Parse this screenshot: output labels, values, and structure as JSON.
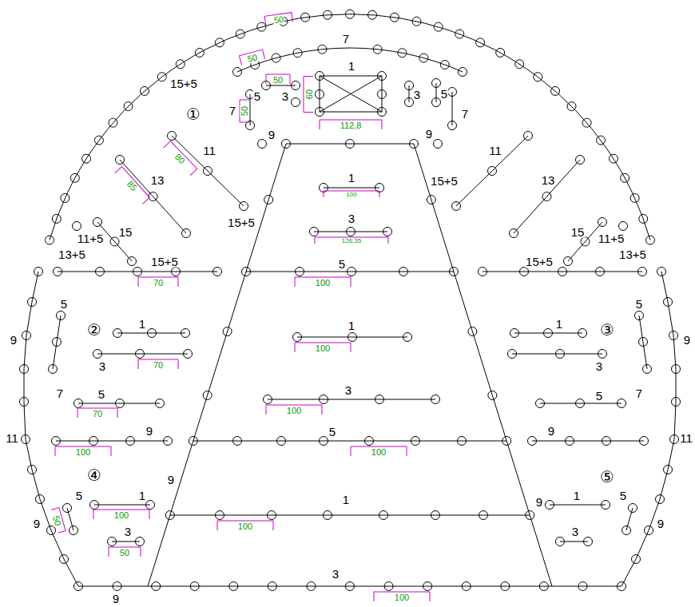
{
  "diagram": {
    "labels": [
      "50",
      "7",
      "15+5",
      "50",
      "1",
      "5",
      "50",
      "3",
      "60",
      "3",
      "5",
      "7",
      "7",
      "50",
      "①",
      "9",
      "9",
      "112,8",
      "11",
      "80",
      "11",
      "1",
      "100",
      "15+5",
      "13",
      "85",
      "13",
      "15+5",
      "3",
      "126,35",
      "15",
      "11+5",
      "13+5",
      "15",
      "11+5",
      "13+5",
      "15+5",
      "70",
      "5",
      "100",
      "15+5",
      "9",
      "5",
      "②",
      "1",
      "3",
      "70",
      "1",
      "100",
      "1",
      "5",
      "③",
      "9",
      "3",
      "7",
      "5",
      "70",
      "3",
      "100",
      "5",
      "7",
      "11",
      "9",
      "100",
      "5",
      "100",
      "9",
      "11",
      "④",
      "⑤",
      "9",
      "9",
      "1",
      "100",
      "1",
      "100",
      "1",
      "5",
      "50",
      "5",
      "9",
      "9",
      "3",
      "50",
      "3",
      "3",
      "100",
      "9"
    ]
  }
}
